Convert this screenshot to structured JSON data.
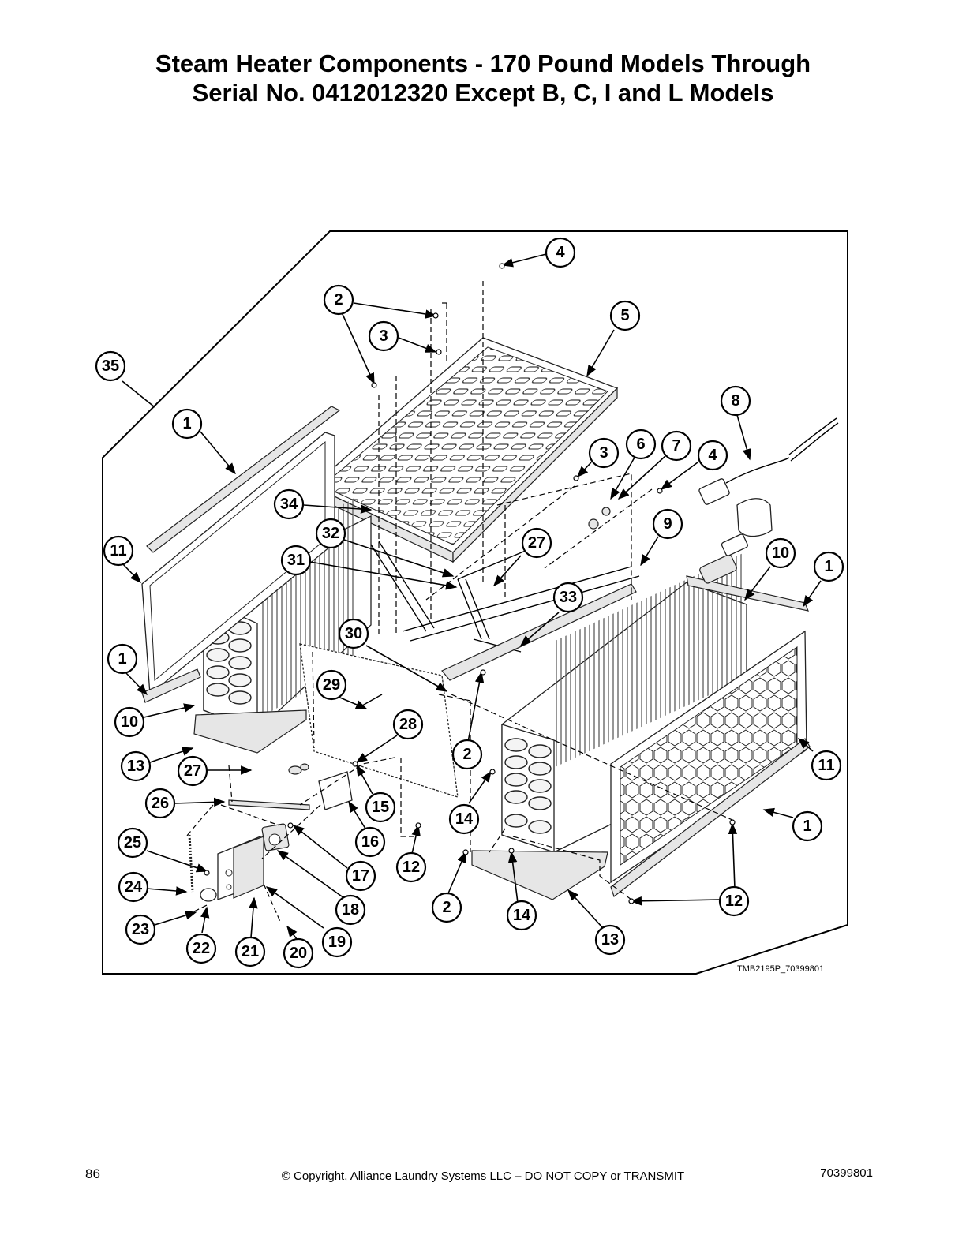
{
  "page": {
    "title_line1": "Steam Heater Components - 170 Pound Models Through",
    "title_line2": "Serial No. 0412012320 Except B, C, I and L Models",
    "figure_ref": "TMB2195P_70399801",
    "page_number": "86",
    "copyright": "© Copyright, Alliance Laundry Systems LLC – DO NOT COPY or TRANSMIT",
    "doc_number": "70399801"
  },
  "callouts": [
    {
      "id": "c4a",
      "label": "4"
    },
    {
      "id": "c2a",
      "label": "2"
    },
    {
      "id": "c5",
      "label": "5"
    },
    {
      "id": "c3a",
      "label": "3"
    },
    {
      "id": "c35",
      "label": "35"
    },
    {
      "id": "c8",
      "label": "8"
    },
    {
      "id": "c1a",
      "label": "1"
    },
    {
      "id": "c3b",
      "label": "3"
    },
    {
      "id": "c6",
      "label": "6"
    },
    {
      "id": "c7",
      "label": "7"
    },
    {
      "id": "c4b",
      "label": "4"
    },
    {
      "id": "c34",
      "label": "34"
    },
    {
      "id": "c9",
      "label": "9"
    },
    {
      "id": "c32",
      "label": "32"
    },
    {
      "id": "c27a",
      "label": "27"
    },
    {
      "id": "c11a",
      "label": "11"
    },
    {
      "id": "c10a",
      "label": "10"
    },
    {
      "id": "c1b",
      "label": "1"
    },
    {
      "id": "c31",
      "label": "31"
    },
    {
      "id": "c33",
      "label": "33"
    },
    {
      "id": "c30",
      "label": "30"
    },
    {
      "id": "c1c",
      "label": "1"
    },
    {
      "id": "c29",
      "label": "29"
    },
    {
      "id": "c10b",
      "label": "10"
    },
    {
      "id": "c28",
      "label": "28"
    },
    {
      "id": "c2b",
      "label": "2"
    },
    {
      "id": "c13a",
      "label": "13"
    },
    {
      "id": "c27b",
      "label": "27"
    },
    {
      "id": "c11b",
      "label": "11"
    },
    {
      "id": "c26",
      "label": "26"
    },
    {
      "id": "c15",
      "label": "15"
    },
    {
      "id": "c14a",
      "label": "14"
    },
    {
      "id": "c1d",
      "label": "1"
    },
    {
      "id": "c25",
      "label": "25"
    },
    {
      "id": "c16",
      "label": "16"
    },
    {
      "id": "c12a",
      "label": "12"
    },
    {
      "id": "c17",
      "label": "17"
    },
    {
      "id": "c24",
      "label": "24"
    },
    {
      "id": "c18",
      "label": "18"
    },
    {
      "id": "c2c",
      "label": "2"
    },
    {
      "id": "c14b",
      "label": "14"
    },
    {
      "id": "c12b",
      "label": "12"
    },
    {
      "id": "c23",
      "label": "23"
    },
    {
      "id": "c13b",
      "label": "13"
    },
    {
      "id": "c19",
      "label": "19"
    },
    {
      "id": "c22",
      "label": "22"
    },
    {
      "id": "c21",
      "label": "21"
    },
    {
      "id": "c20",
      "label": "20"
    }
  ]
}
